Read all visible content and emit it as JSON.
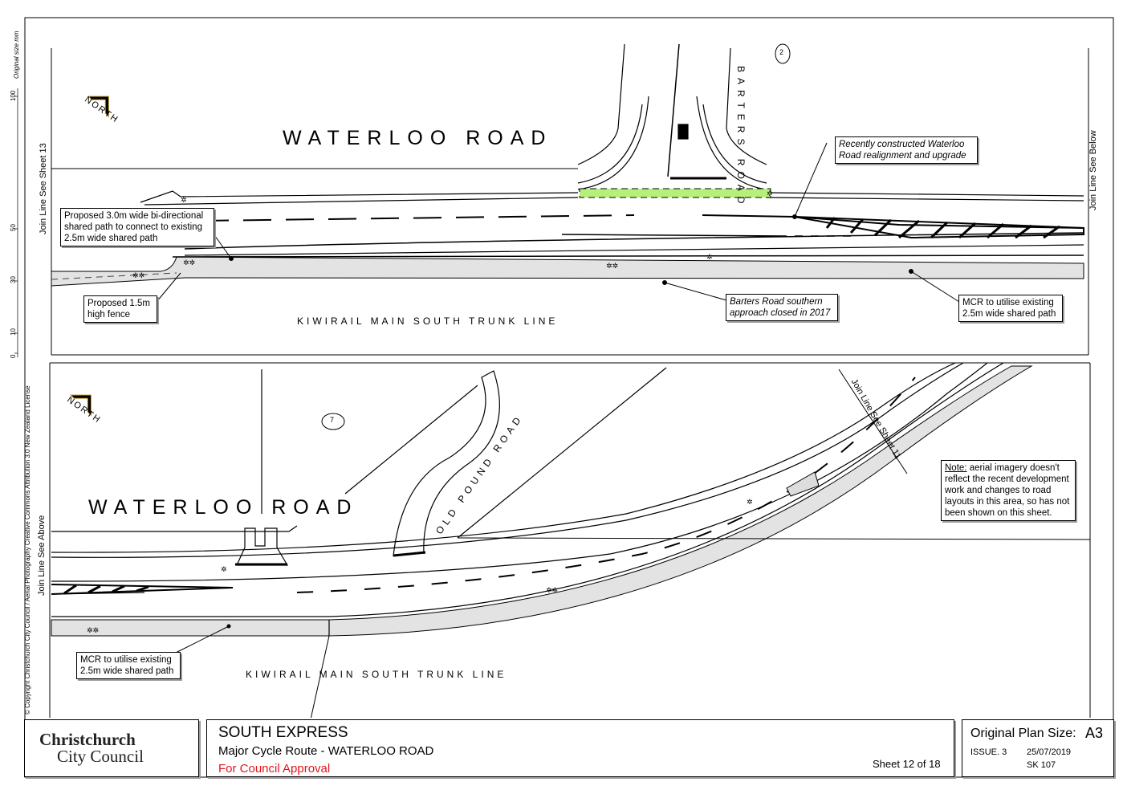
{
  "top_panel": {
    "road_name": "WATERLOO ROAD",
    "side_road": "BARTERS ROAD",
    "north_label": "NORTH",
    "property_number": "2",
    "join_left": "Join Line See Sheet 13",
    "join_right": "Join Line See Below",
    "rail_label": "KIWIRAIL MAIN SOUTH TRUNK LINE",
    "callouts": {
      "proposed_path": "Proposed 3.0m wide bi-directional shared path to connect to existing 2.5m wide shared path",
      "fence": "Proposed 1.5m high fence",
      "realignment": "Recently constructed Waterloo Road realignment and upgrade",
      "barters_closed": "Barters Road southern approach closed in 2017",
      "mcr_existing": "MCR to utilise existing 2.5m wide shared path"
    }
  },
  "bottom_panel": {
    "road_name": "WATERLOO ROAD",
    "side_road": "OLD POUND ROAD",
    "north_label": "NORTH",
    "property_number": "7",
    "join_left": "Join Line See Above",
    "join_sheet": "Join Line See Sheet 11",
    "rail_label": "KIWIRAIL MAIN SOUTH TRUNK LINE",
    "callouts": {
      "mcr_existing": "MCR to utilise existing 2.5m wide shared path",
      "note_label": "Note:",
      "note_text": " aerial imagery doesn't reflect the recent development work and changes to road layouts in this area, so has not been shown on this sheet."
    }
  },
  "margin": {
    "copyright": "© Copyright Christchurch City Council / Aerial Photography Creative Commons Attribution 3.0 New Zealand License",
    "original_size": "Original size mm",
    "ruler_ticks": [
      "100",
      "50",
      "30",
      "10",
      "0"
    ]
  },
  "title_block": {
    "logo_line1": "Christchurch",
    "logo_line2": "City Council",
    "project": "SOUTH EXPRESS",
    "subtitle": "Major Cycle Route - WATERLOO ROAD",
    "status": "For Council Approval",
    "sheet": "Sheet 12 of 18",
    "plan_size_label": "Original Plan Size:",
    "plan_size_value": "A3",
    "issue": "ISSUE. 3",
    "date": "25/07/2019",
    "ref": "SK 107"
  },
  "colors": {
    "shared_path": "#e3e3e3",
    "highlight": "#b4f07a",
    "status_red": "#e0151b",
    "logo_blue": "#1f6fb7",
    "logo_green": "#3a9b48"
  }
}
